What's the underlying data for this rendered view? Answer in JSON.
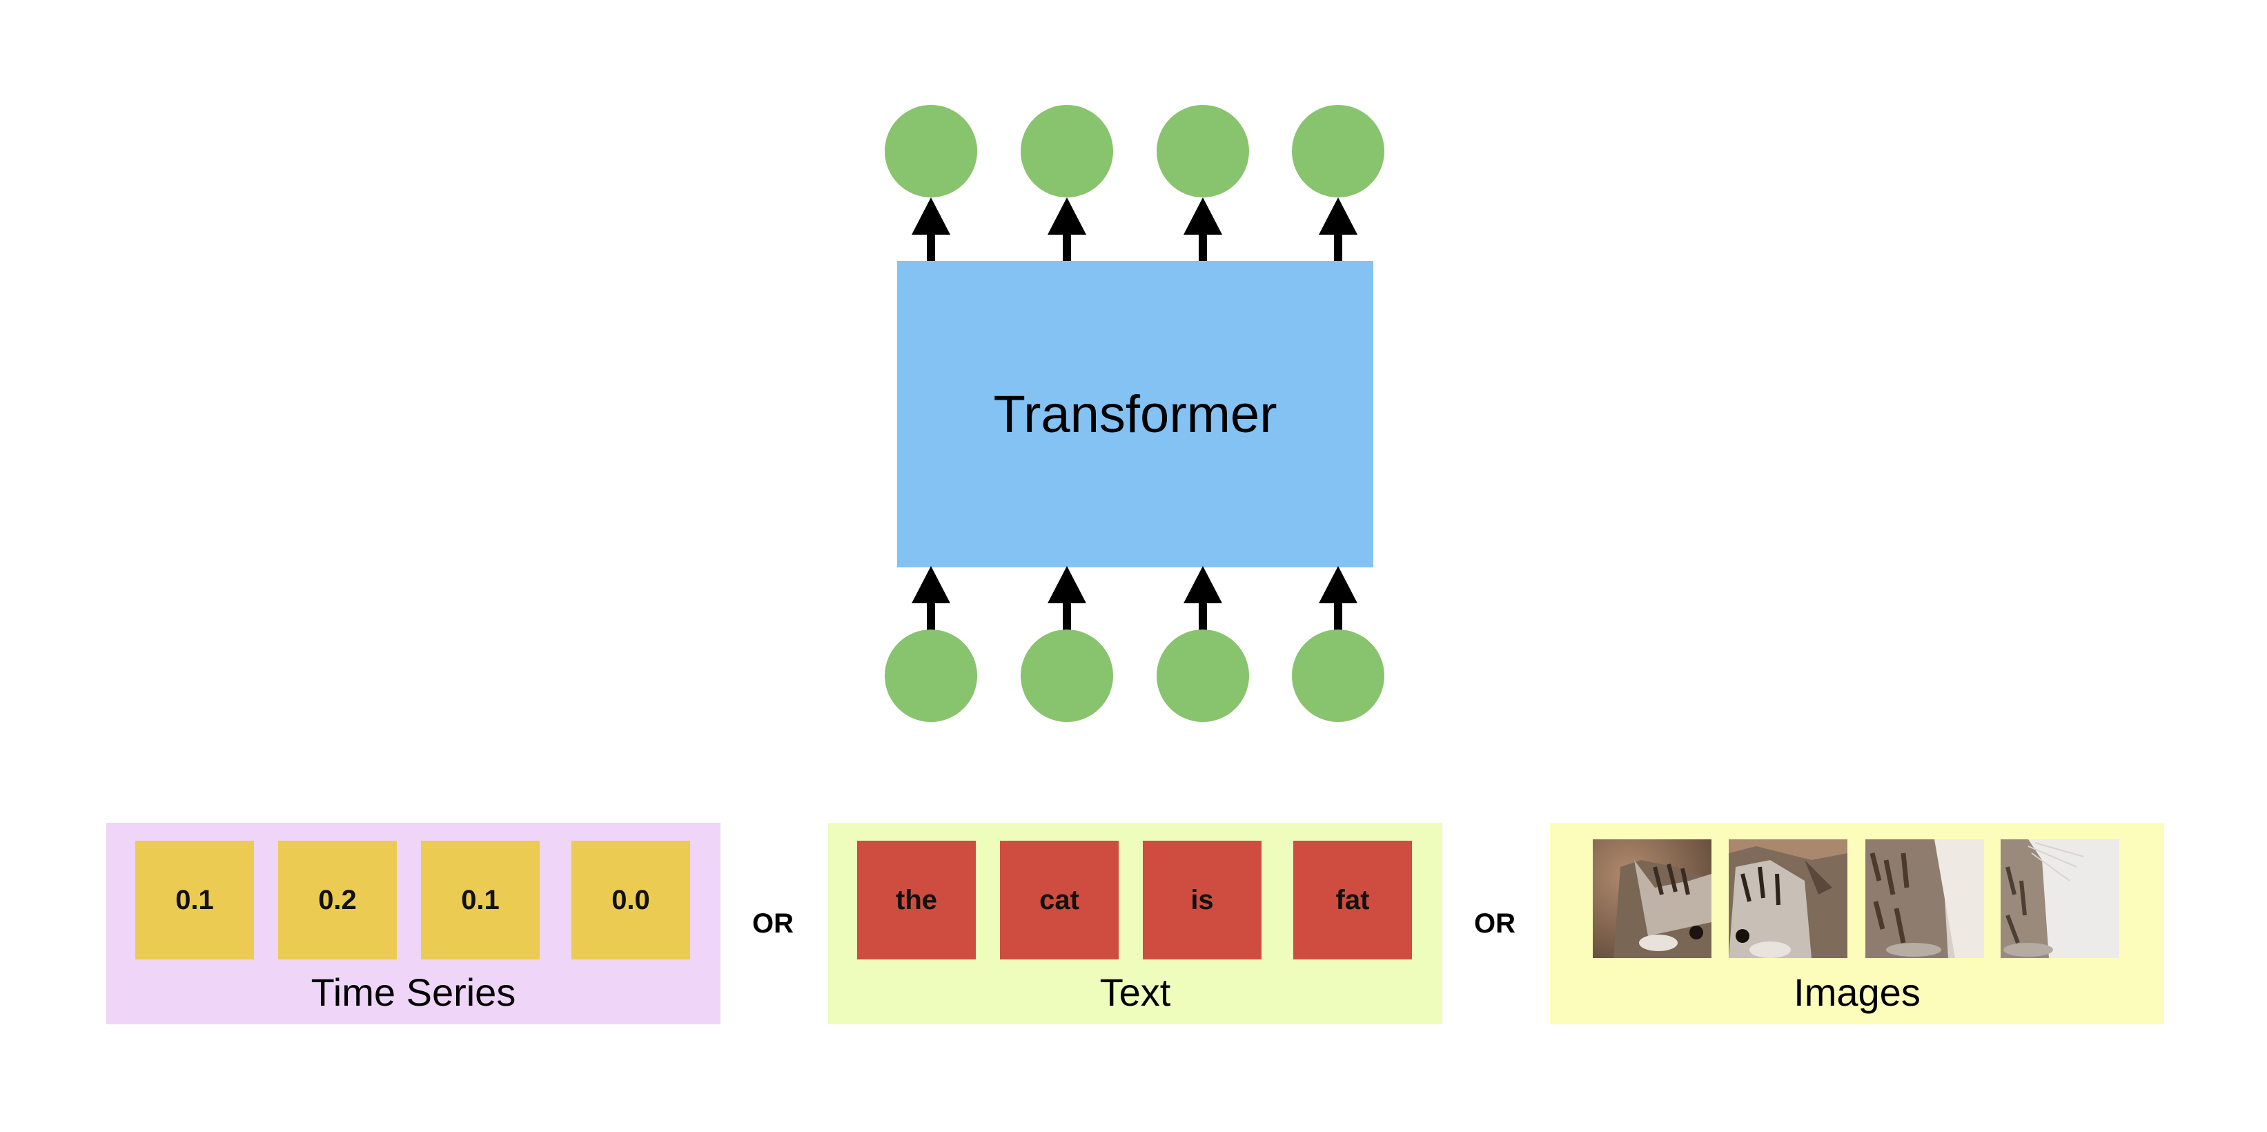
{
  "colors": {
    "node": "#88c36d",
    "transformer": "#84c2f3",
    "arrow": "#000000",
    "panel_time_series": "#efd5f7",
    "panel_text": "#eefcbc",
    "panel_images": "#fdfdbb",
    "tile_time_series": "#ebcb52",
    "tile_text": "#ce4d40"
  },
  "transformer": {
    "label": "Transformer"
  },
  "outputs": {
    "count": 4
  },
  "inputs": {
    "count": 4
  },
  "modalities": {
    "time_series": {
      "label": "Time Series",
      "tokens": [
        "0.1",
        "0.2",
        "0.1",
        "0.0"
      ]
    },
    "text": {
      "label": "Text",
      "tokens": [
        "the",
        "cat",
        "is",
        "fat"
      ]
    },
    "images": {
      "label": "Images",
      "patches": [
        "kitten-face-left-patch",
        "kitten-face-right-patch",
        "kitten-body-patch",
        "kitten-paw-patch"
      ]
    }
  },
  "separators": [
    "OR",
    "OR"
  ]
}
